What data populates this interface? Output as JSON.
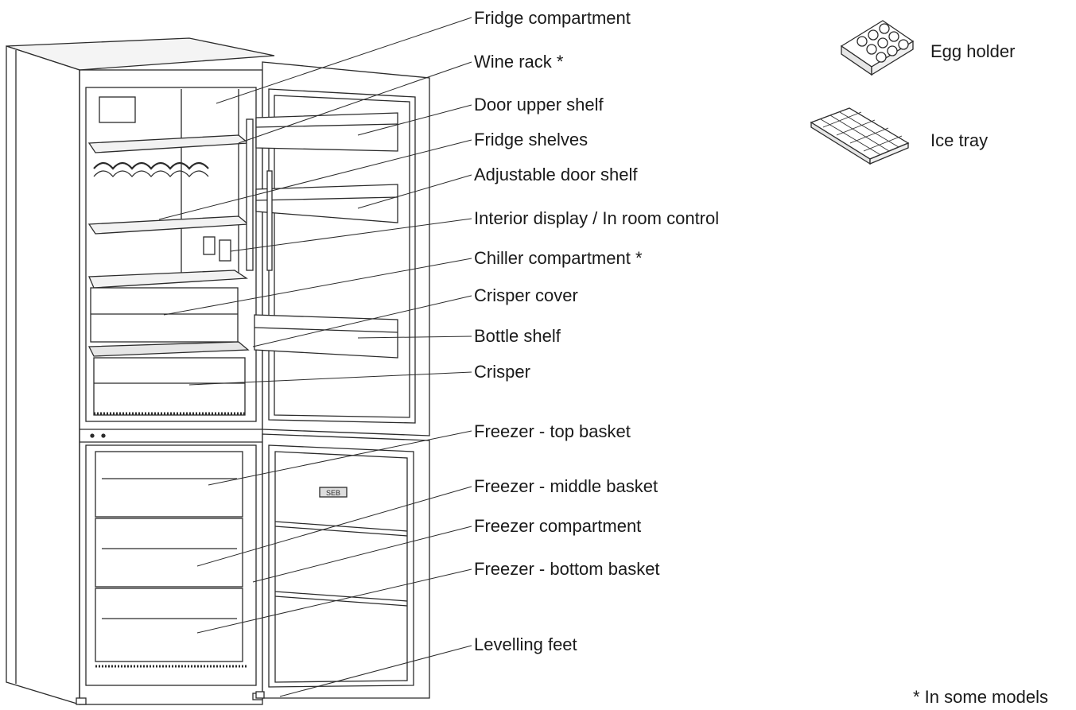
{
  "labels": {
    "fridge_compartment": "Fridge compartment",
    "wine_rack": "Wine rack *",
    "door_upper_shelf": "Door upper shelf",
    "fridge_shelves": "Fridge shelves",
    "adjustable_door_shelf": "Adjustable door shelf",
    "interior_display": "Interior display / In room control",
    "chiller_compartment": "Chiller compartment *",
    "crisper_cover": "Crisper cover",
    "bottle_shelf": "Bottle shelf",
    "crisper": "Crisper",
    "freezer_top_basket": "Freezer - top basket",
    "freezer_middle_basket": "Freezer - middle basket",
    "freezer_compartment": "Freezer compartment",
    "freezer_bottom_basket": "Freezer - bottom basket",
    "levelling_feet": "Levelling feet"
  },
  "accessories": {
    "egg_holder": "Egg holder",
    "ice_tray": "Ice tray"
  },
  "footnote": "* In some models",
  "colors": {
    "line": "#2b2b2b",
    "fill": "#ffffff",
    "shade": "#d9d9d9"
  }
}
